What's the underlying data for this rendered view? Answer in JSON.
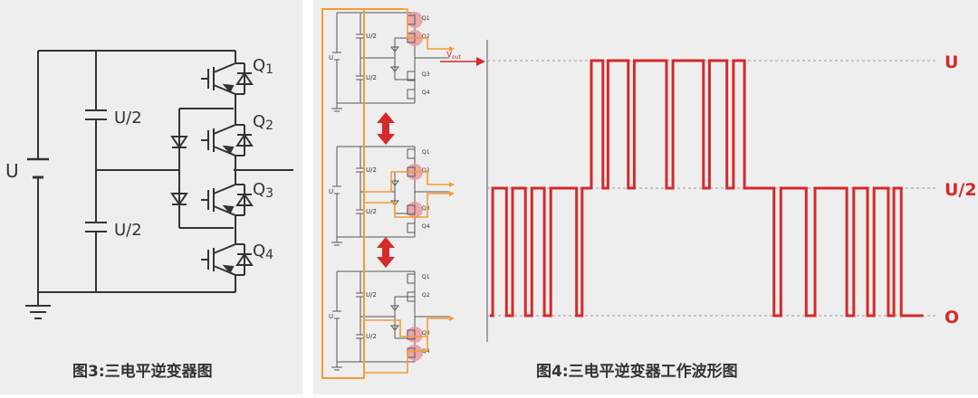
{
  "figure3": {
    "caption": "图3:三电平逆变器图",
    "source_label": "U",
    "cap_top_label": "U/2",
    "cap_bottom_label": "U/2",
    "q1": "Q",
    "q1_sub": "1",
    "q2": "Q",
    "q2_sub": "2",
    "q3": "Q",
    "q3_sub": "3",
    "q4": "Q",
    "q4_sub": "4"
  },
  "small_circuit": {
    "source_label": "U",
    "cap_label": "U/2",
    "q_labels": [
      "Q1",
      "Q2",
      "Q3",
      "Q4"
    ],
    "vout_label": "V",
    "vout_sub": "out"
  },
  "figure4": {
    "caption": "图4:三电平逆变器工作波形图",
    "level_high": "U",
    "level_mid": "U/2",
    "level_low": "O"
  },
  "colors": {
    "wire": "#333333",
    "highlight": "#f39c32",
    "accent_red": "#d42a2a",
    "switch_glow": "#e79aa2",
    "panel_bg": "#eeeeee",
    "dashed": "#999999"
  },
  "waveform": {
    "levels": [
      "O",
      "U/2",
      "U"
    ],
    "sequence": [
      [
        0,
        0
      ],
      [
        0.6,
        1
      ],
      [
        3.6,
        0
      ],
      [
        4.9,
        1
      ],
      [
        7.7,
        0
      ],
      [
        9.1,
        1
      ],
      [
        11.8,
        0
      ],
      [
        13.2,
        1
      ],
      [
        18.8,
        0
      ],
      [
        20,
        1
      ],
      [
        21.6,
        1
      ],
      [
        22.0,
        2
      ],
      [
        24.5,
        1
      ],
      [
        25.6,
        2
      ],
      [
        30.0,
        1
      ],
      [
        31.3,
        2
      ],
      [
        38.3,
        1
      ],
      [
        39.7,
        2
      ],
      [
        46.3,
        1
      ],
      [
        47.6,
        2
      ],
      [
        51.4,
        1
      ],
      [
        52.8,
        2
      ],
      [
        55.2,
        1
      ],
      [
        61.6,
        0
      ],
      [
        63.1,
        1
      ],
      [
        68.6,
        0
      ],
      [
        70.5,
        1
      ],
      [
        77.4,
        0
      ],
      [
        78.9,
        1
      ],
      [
        81.9,
        0
      ],
      [
        83.3,
        1
      ],
      [
        86.4,
        0
      ],
      [
        87.6,
        1
      ],
      [
        89.2,
        0
      ],
      [
        94.0,
        0
      ]
    ]
  }
}
